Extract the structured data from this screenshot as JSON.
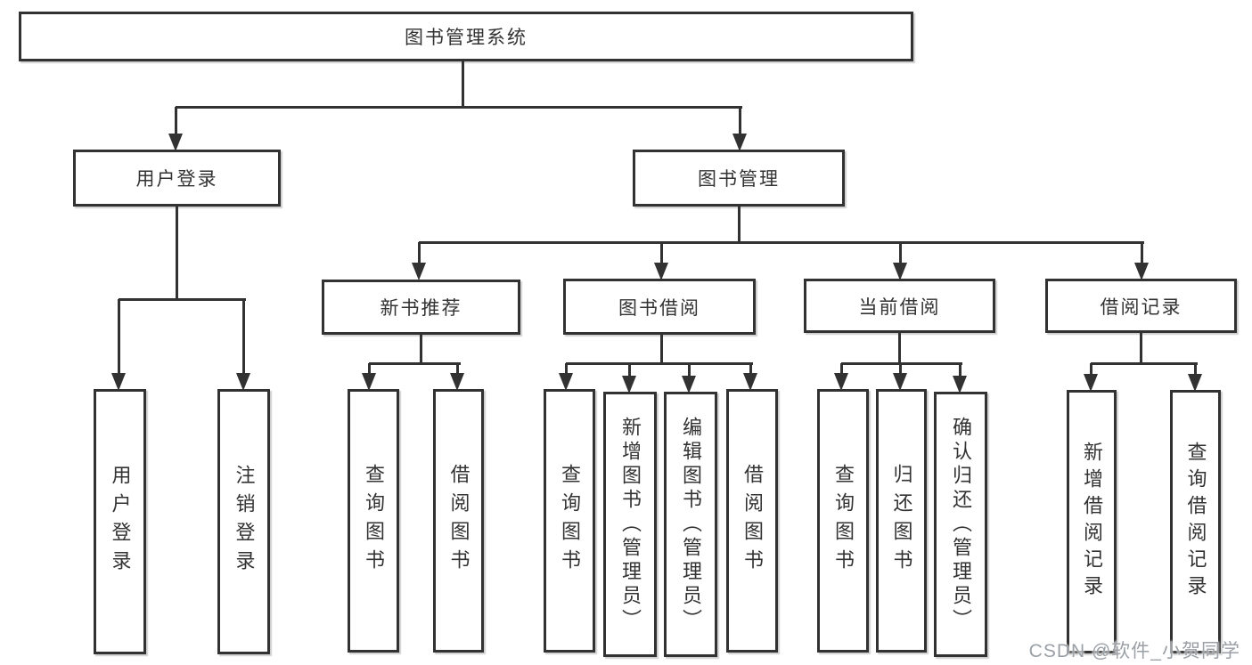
{
  "diagram_type": "hierarchy-tree",
  "tree": {
    "label": "图书管理系统",
    "children": [
      {
        "label": "用户登录",
        "children": [
          {
            "label": "用户登录"
          },
          {
            "label": "注销登录"
          }
        ]
      },
      {
        "label": "图书管理",
        "children": [
          {
            "label": "新书推荐",
            "children": [
              {
                "label": "查询图书"
              },
              {
                "label": "借阅图书"
              }
            ]
          },
          {
            "label": "图书借阅",
            "children": [
              {
                "label": "查询图书"
              },
              {
                "label": "新增图书（管理员）"
              },
              {
                "label": "编辑图书（管理员）"
              },
              {
                "label": "借阅图书"
              }
            ]
          },
          {
            "label": "当前借阅",
            "children": [
              {
                "label": "查询图书"
              },
              {
                "label": "归还图书"
              },
              {
                "label": "确认归还（管理员）"
              }
            ]
          },
          {
            "label": "借阅记录",
            "children": [
              {
                "label": "新增借阅记录"
              },
              {
                "label": "查询借阅记录"
              }
            ]
          }
        ]
      }
    ]
  },
  "watermark": {
    "text": "CSDN @软件_小贺同学"
  },
  "colors": {
    "line": "#323232",
    "text": "#333333",
    "bg": "#ffffff",
    "watermark": "#9aa0a6"
  }
}
